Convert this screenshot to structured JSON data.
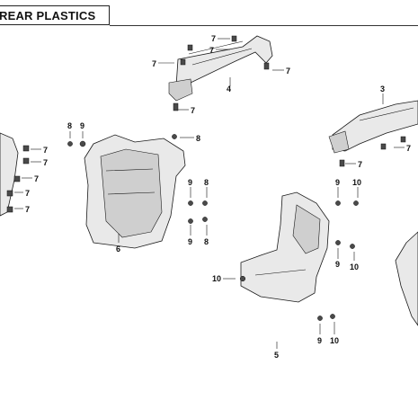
{
  "header": {
    "title": "REAR PLASTICS"
  },
  "callouts": {
    "c7": "7",
    "c8": "8",
    "c9": "9",
    "c10": "10",
    "c3": "3",
    "c4": "4",
    "c5": "5",
    "c6": "6"
  },
  "colors": {
    "line": "#1a1a1a",
    "fill": "#e9e9e9",
    "shade": "#cfcfcf"
  }
}
